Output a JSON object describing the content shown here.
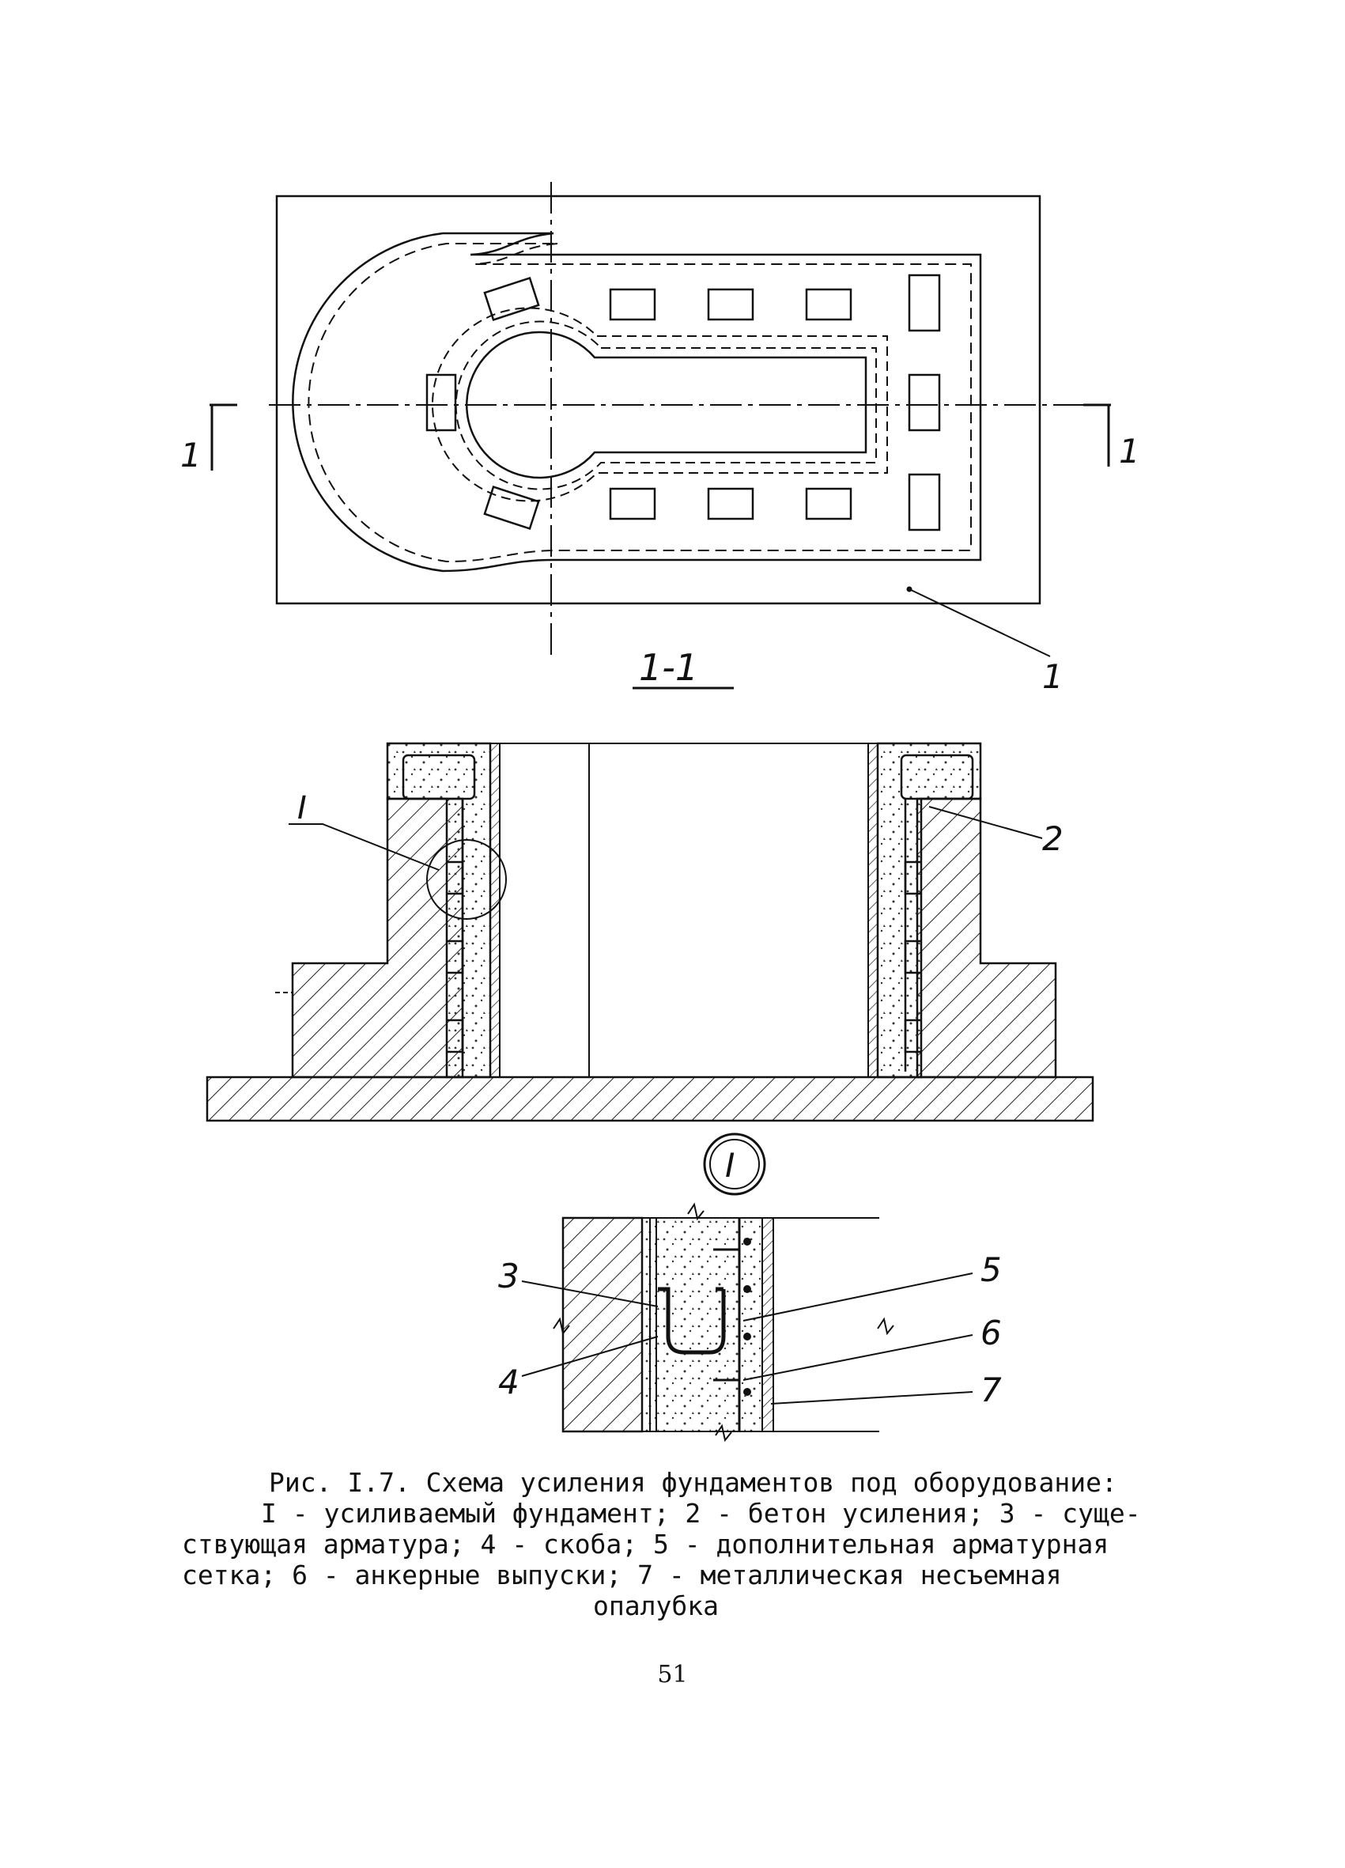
{
  "figure": {
    "plan_callout": "1",
    "section_mark": "1",
    "section_title": "1-1",
    "section_callout": "2",
    "detail_mark": "I",
    "detail_callouts": [
      "3",
      "4",
      "5",
      "6",
      "7"
    ]
  },
  "caption": {
    "line1": "Рис. I.7. Схема усиления фундаментов под оборудование:",
    "line2": "I - усиливаемый фундамент; 2 - бетон усиления; 3 - суще-",
    "line3": "ствующая арматура; 4 - скоба; 5 - дополнительная арматурная",
    "line4": "сетка; 6 - анкерные выпуски; 7 - металлическая несъемная",
    "line5": "опалубка"
  },
  "page_number": "51"
}
